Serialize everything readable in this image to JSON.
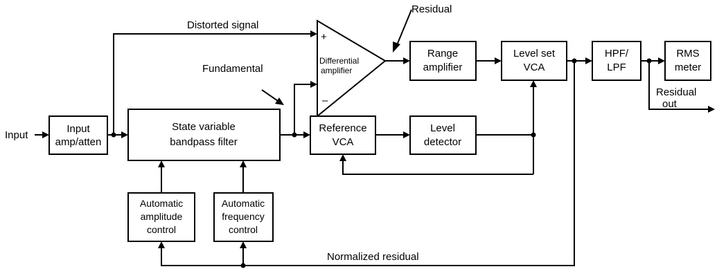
{
  "signals": {
    "input": "Input",
    "distorted_signal": "Distorted signal",
    "fundamental": "Fundamental",
    "residual": "Residual",
    "residual_out": [
      "Residual",
      "out"
    ],
    "normalized_residual": "Normalized residual"
  },
  "blocks": {
    "input_amp": [
      "Input",
      "amp/atten"
    ],
    "state_variable_filter": [
      "State variable",
      "bandpass filter"
    ],
    "differential_amplifier": [
      "Differential",
      "amplifier"
    ],
    "diff_plus": "+",
    "diff_minus": "–",
    "range_amplifier": [
      "Range",
      "amplifier"
    ],
    "level_set_vca": [
      "Level set",
      "VCA"
    ],
    "hpf_lpf": [
      "HPF/",
      "LPF"
    ],
    "rms_meter": [
      "RMS",
      "meter"
    ],
    "reference_vca": [
      "Reference",
      "VCA"
    ],
    "level_detector": [
      "Level",
      "detector"
    ],
    "automatic_amplitude_control": [
      "Automatic",
      "amplitude",
      "control"
    ],
    "automatic_frequency_control": [
      "Automatic",
      "frequency",
      "control"
    ]
  }
}
